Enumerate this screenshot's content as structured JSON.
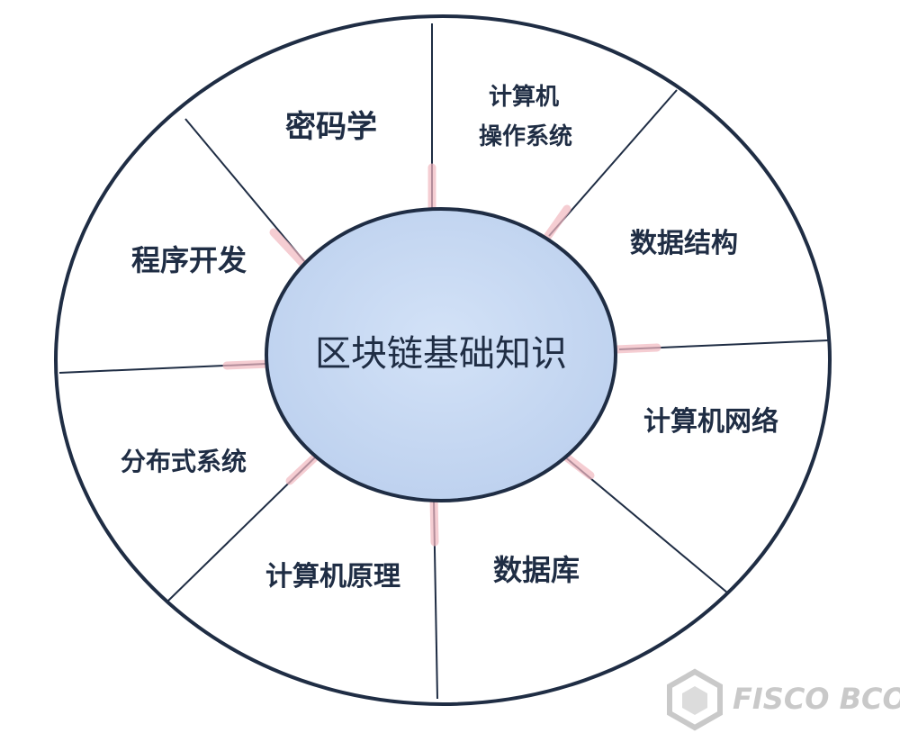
{
  "diagram": {
    "center": {
      "label": "区块链基础知识"
    },
    "segments": [
      {
        "id": "cryptography",
        "lines": [
          "密码学"
        ]
      },
      {
        "id": "os",
        "lines": [
          "计算机",
          "操作系统"
        ]
      },
      {
        "id": "data-structures",
        "lines": [
          "数据结构"
        ]
      },
      {
        "id": "networking",
        "lines": [
          "计算机网络"
        ]
      },
      {
        "id": "database",
        "lines": [
          "数据库"
        ]
      },
      {
        "id": "computer-principles",
        "lines": [
          "计算机原理"
        ]
      },
      {
        "id": "distributed-systems",
        "lines": [
          "分布式系统"
        ]
      },
      {
        "id": "programming",
        "lines": [
          "程序开发"
        ]
      }
    ]
  },
  "watermark": {
    "text": "FISCO BCOS"
  },
  "colors": {
    "outline": "#1f2d44",
    "center_fill": "#c9daf3",
    "glow": "#f2b8c0",
    "watermark": "#c9c9c9"
  }
}
